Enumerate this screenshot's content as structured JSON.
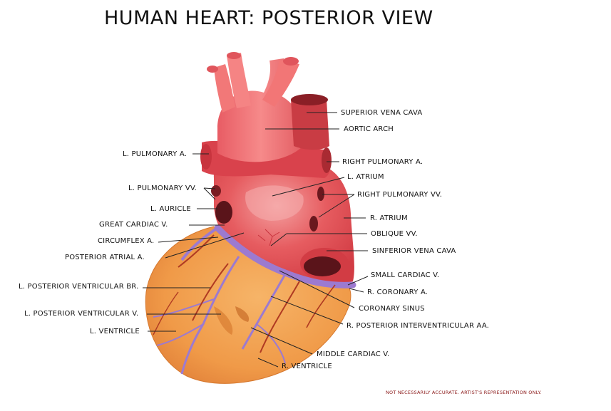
{
  "title": "HUMAN HEART: POSTERIOR VIEW",
  "disclaimer": "NOT NECESSARILY ACCURATE. ARTIST'S REPRESENTATION ONLY.",
  "labels": {
    "superior_vena_cava": "SUPERIOR VENA CAVA",
    "aortic_arch": "AORTIC ARCH",
    "l_pulmonary_a": "L. PULMONARY A.",
    "right_pulmonary_a": "RIGHT PULMONARY A.",
    "l_atrium": "L. ATRIUM",
    "l_pulmonary_vv": "L. PULMONARY VV.",
    "right_pulmonary_vv": "RIGHT PULMONARY VV.",
    "l_auricle": "L. AURICLE",
    "r_atrium": "R. ATRIUM",
    "great_cardiac_v": "GREAT CARDIAC V.",
    "oblique_vv": "OBLIQUE VV.",
    "circumflex_a": "CIRCUMFLEX A.",
    "inferior_vena_cava": "SINFERIOR VENA CAVA",
    "posterior_atrial_a": "POSTERIOR ATRIAL A.",
    "small_cardiac_v": "SMALL CARDIAC V.",
    "l_posterior_ventricular_br": "L. POSTERIOR VENTRICULAR BR.",
    "r_coronary_a": "R. CORONARY A.",
    "coronary_sinus": "CORONARY SINUS",
    "l_posterior_ventricular_v": "L. POSTERIOR VENTRICULAR V.",
    "r_posterior_interventricular_aa": "R. POSTERIOR INTERVENTRICULAR AA.",
    "l_ventricle": "L. VENTRICLE",
    "middle_cardiac_v": "MIDDLE CARDIAC V.",
    "r_ventricle": "R. VENTRICLE"
  },
  "colors": {
    "ventricle": "#f0a050",
    "atrium": "#e8545c",
    "vessel": "#f07474",
    "vein": "#9c7ad0",
    "artery": "#b03a22",
    "leader": "#222222"
  }
}
